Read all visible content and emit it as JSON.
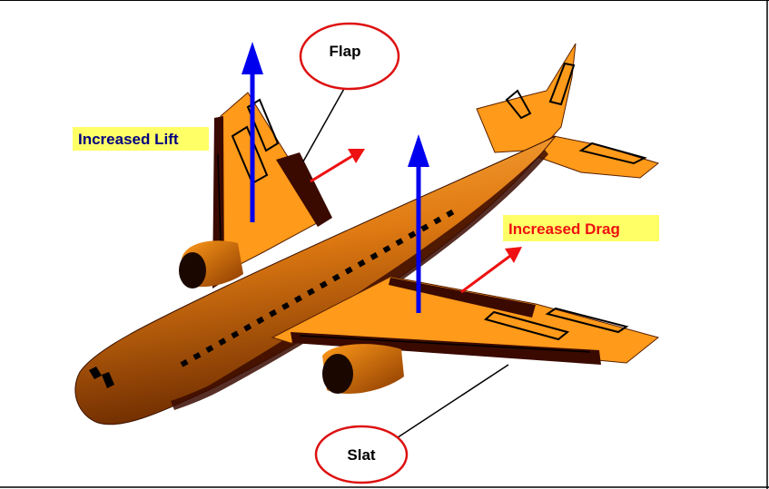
{
  "labels": {
    "flap": "Flap",
    "slat": "Slat",
    "increased_lift": "Increased Lift",
    "increased_drag": "Increased Drag"
  },
  "colors": {
    "body_orange": "#ff9a1a",
    "body_shade": "#c25a08",
    "dark_maroon": "#3a0a00",
    "lift_arrow": "#0000ee",
    "drag_arrow": "#ee1111",
    "callout_circle": "#dd1111",
    "label_highlight": "#ffff66",
    "lift_text": "#000080",
    "drag_text": "#ee1111"
  }
}
